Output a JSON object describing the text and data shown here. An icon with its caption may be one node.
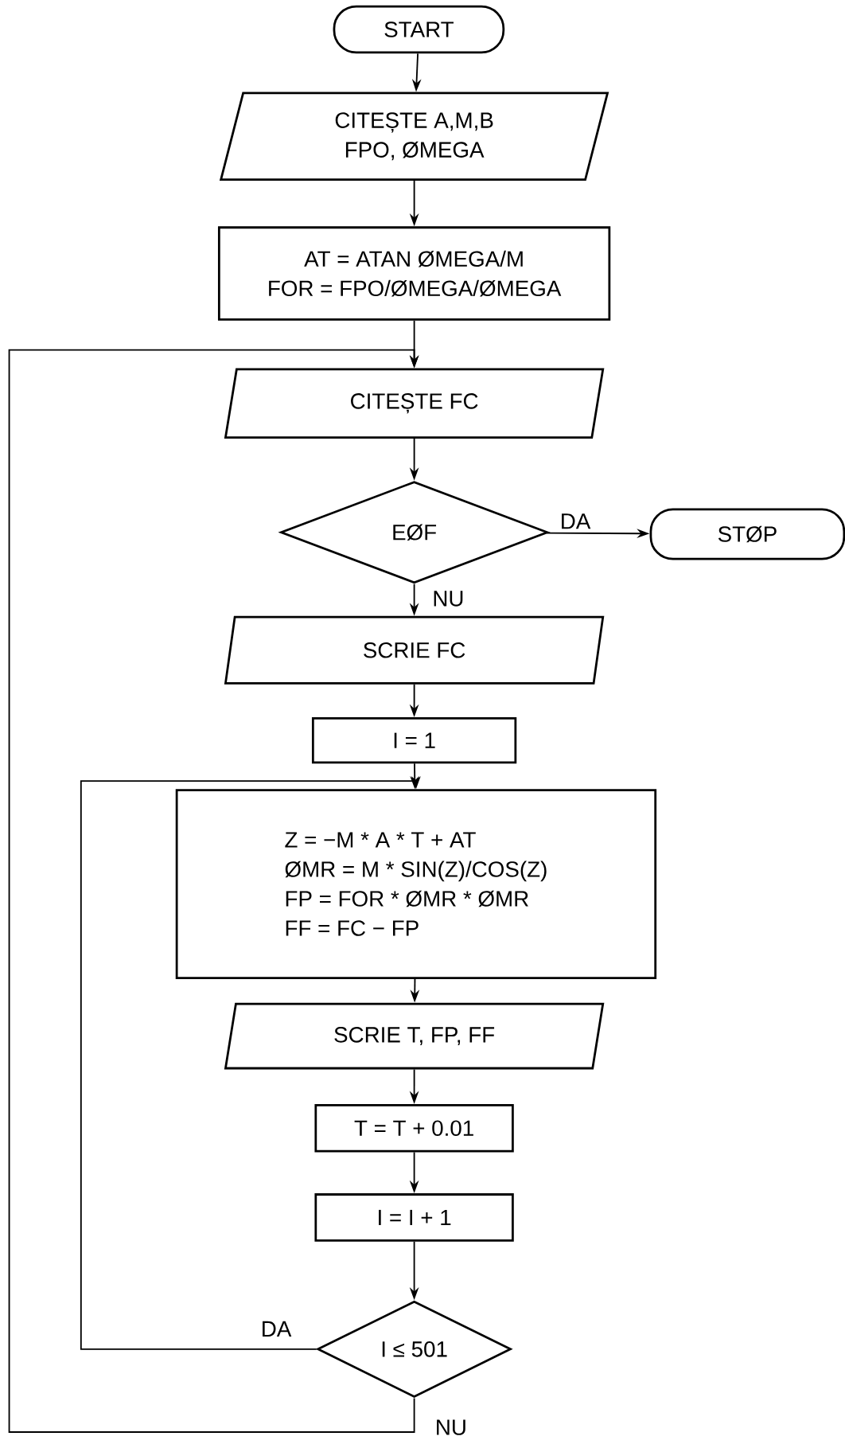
{
  "diagram": {
    "nodes": [
      {
        "text": [
          "START"
        ]
      },
      {
        "text": [
          "CITEȘTE A,M,B",
          "FPO, ØMEGA"
        ]
      },
      {
        "text": [
          "AT = ATAN ØMEGA/M",
          "FOR = FPO/ØMEGA/ØMEGA"
        ]
      },
      {
        "text": [
          "CITEȘTE FC"
        ]
      },
      {
        "text": [
          "EØF"
        ]
      },
      {
        "text": [
          "STØP"
        ]
      },
      {
        "text": [
          "SCRIE FC"
        ]
      },
      {
        "text": [
          "I = 1"
        ]
      },
      {
        "text": [
          "Z = −M * A * T + AT",
          "ØMR = M * SIN(Z)/COS(Z)",
          "FP = FOR * ØMR * ØMR",
          "FF = FC − FP"
        ]
      },
      {
        "text": [
          "SCRIE T, FP, FF"
        ]
      },
      {
        "text": [
          "T = T + 0.01"
        ]
      },
      {
        "text": [
          "I = I + 1"
        ]
      },
      {
        "text": [
          "I ≤ 501"
        ]
      }
    ],
    "edges": [
      {
        "from": 0,
        "to": 1,
        "arrow": "to"
      },
      {
        "from": 1,
        "to": 2,
        "arrow": "to"
      },
      {
        "from": 2,
        "to": 3,
        "arrow": "to"
      },
      {
        "from": 3,
        "to": 4,
        "arrow": "to"
      },
      {
        "from": 4,
        "to": 5,
        "arrow": "to",
        "label": "DA"
      },
      {
        "from": 4,
        "to": 6,
        "arrow": "to",
        "label": "NU"
      },
      {
        "from": 6,
        "to": 7,
        "arrow": "to"
      },
      {
        "from": 7,
        "to": 8,
        "arrow": "to"
      },
      {
        "from": 8,
        "to": 9,
        "arrow": "to"
      },
      {
        "from": 9,
        "to": 10,
        "arrow": "to"
      },
      {
        "from": 10,
        "to": 11,
        "arrow": "to"
      },
      {
        "from": 11,
        "to": 12,
        "arrow": "to"
      },
      {
        "from": 12,
        "to": 8,
        "arrow": "to",
        "label": "DA"
      },
      {
        "from": 12,
        "to": 3,
        "arrow": "to",
        "label": "NU"
      }
    ]
  }
}
